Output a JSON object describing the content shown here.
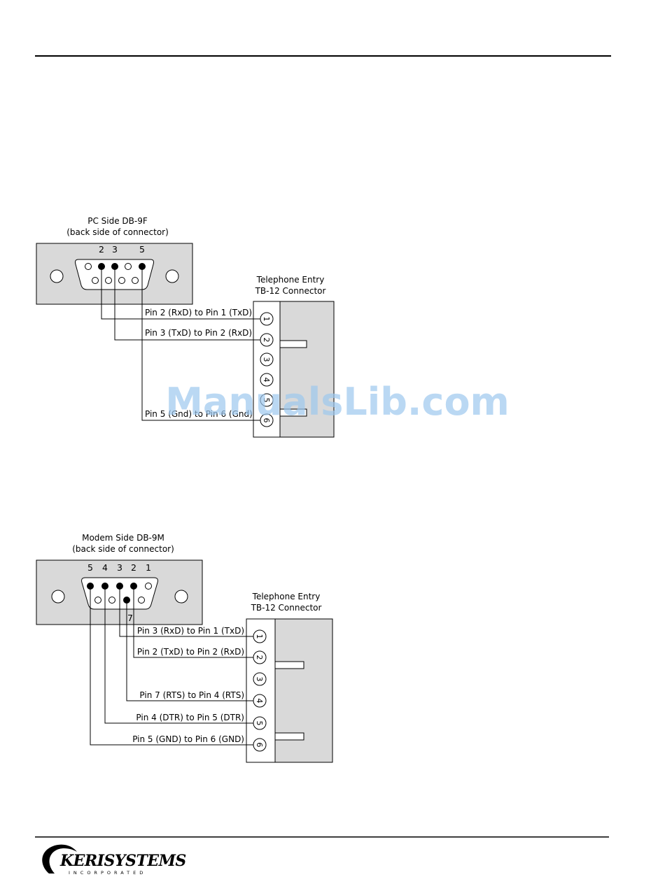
{
  "watermark": "ManualsLib.com",
  "logo": {
    "main": "KERISYSTEMS",
    "sub": "INCORPORATED"
  },
  "diagram1": {
    "db9_title": "PC Side DB-9F",
    "db9_subtitle": "(back side of connector)",
    "pin_numbers": [
      "2",
      "3",
      "5"
    ],
    "tb12_title": "Telephone Entry",
    "tb12_subtitle": "TB-12 Connector",
    "terminals": [
      "1",
      "2",
      "3",
      "4",
      "5",
      "6"
    ],
    "wires": [
      "Pin 2 (RxD) to Pin 1 (TxD)",
      "Pin 3 (TxD) to Pin 2 (RxD)",
      "Pin 5 (Gnd) to Pin 6 (Gnd)"
    ]
  },
  "diagram2": {
    "db9_title": "Modem Side DB-9M",
    "db9_subtitle": "(back side of connector)",
    "pin_numbers": [
      "5",
      "4",
      "3",
      "2",
      "1"
    ],
    "pin7_label": "7",
    "tb12_title": "Telephone Entry",
    "tb12_subtitle": "TB-12 Connector",
    "terminals": [
      "1",
      "2",
      "3",
      "4",
      "5",
      "6"
    ],
    "wires": [
      "Pin 3 (RxD) to Pin 1 (TxD)",
      "Pin 2 (TxD) to Pin 2 (RxD)",
      "Pin 7 (RTS) to Pin 4 (RTS)",
      "Pin 4 (DTR) to Pin 5 (DTR)",
      "Pin 5 (GND) to Pin 6 (GND)"
    ]
  }
}
